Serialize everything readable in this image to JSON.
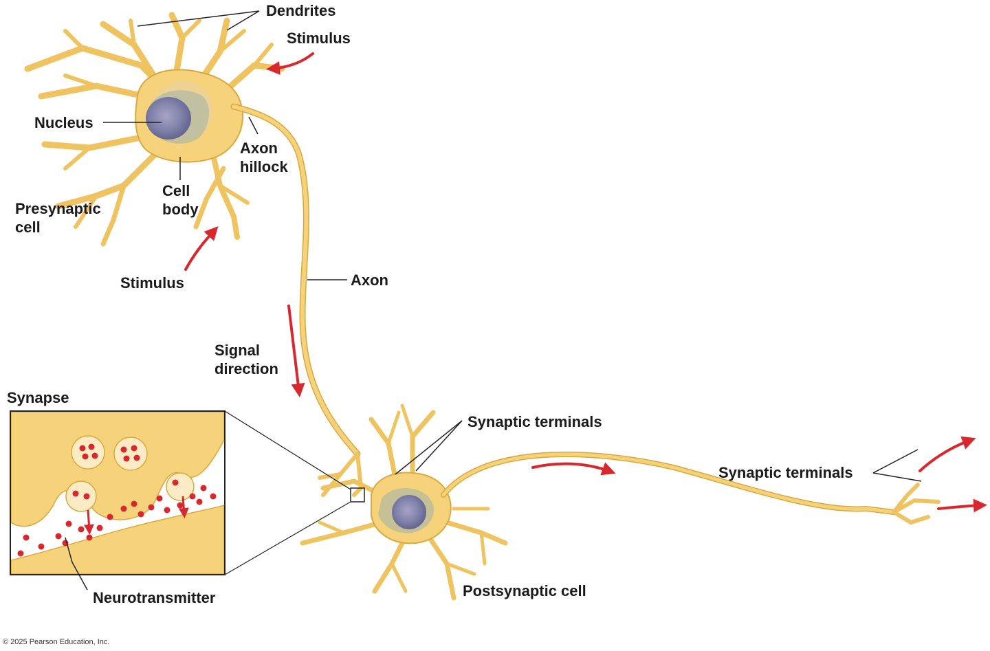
{
  "labels": {
    "dendrites": "Dendrites",
    "stimulus_top": "Stimulus",
    "nucleus": "Nucleus",
    "axon_hillock": "Axon\nhillock",
    "cell_body": "Cell\nbody",
    "presynaptic_cell": "Presynaptic\ncell",
    "stimulus_bottom": "Stimulus",
    "axon": "Axon",
    "signal_direction": "Signal\ndirection",
    "synapse": "Synapse",
    "synaptic_terminals_top": "Synaptic terminals",
    "synaptic_terminals_right": "Synaptic terminals",
    "neurotransmitter": "Neurotransmitter",
    "postsynaptic_cell": "Postsynaptic cell"
  },
  "copyright": "© 2025 Pearson Education, Inc.",
  "colors": {
    "neuron_fill": "#F6D27A",
    "neuron_edge": "#D8A93F",
    "nucleus": "#7E7FA8",
    "arrow_red": "#D9272E",
    "neurotransmitter": "#D9272E"
  }
}
